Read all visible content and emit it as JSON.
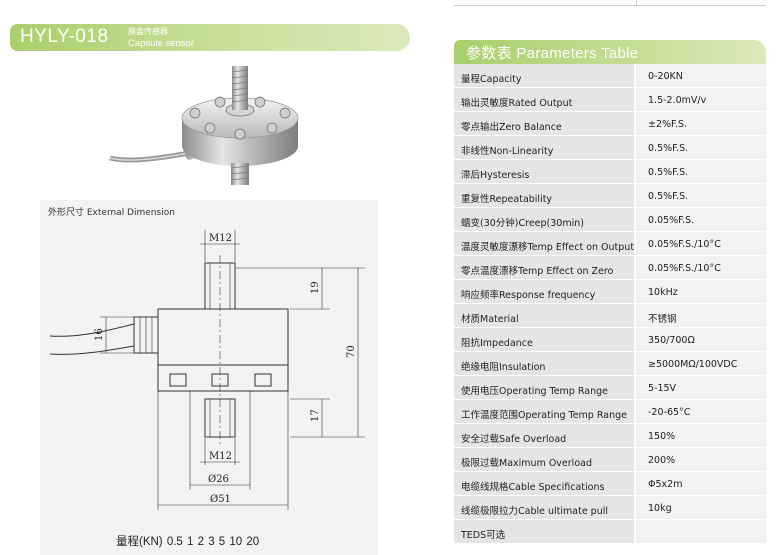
{
  "header": {
    "model": "HYLY-018",
    "name_cn": "膜盒传感器",
    "name_en": "Capsule sensor"
  },
  "drawing": {
    "title": "外形尺寸 External Dimension",
    "labels": {
      "m12_top": "M12",
      "d19": "19",
      "d70": "70",
      "d16": "16",
      "d17": "17",
      "m12_bottom": "M12",
      "d26": "Ø26",
      "d51": "Ø51"
    },
    "range": "量程(KN) 0.5 1 2 3 5 10 20"
  },
  "table": {
    "title": "参数表 Parameters Table",
    "rows": [
      {
        "k": "量程Capacity",
        "v": "0-20KN"
      },
      {
        "k": "输出灵敏度Rated Output",
        "v": "1.5-2.0mV/v"
      },
      {
        "k": "零点输出Zero Balance",
        "v": "±2%F.S."
      },
      {
        "k": "非线性Non-Linearity",
        "v": "0.5%F.S."
      },
      {
        "k": "滞后Hysteresis",
        "v": "0.5%F.S."
      },
      {
        "k": "重复性Repeatability",
        "v": "0.5%F.S."
      },
      {
        "k": "蠕变(30分钟)Creep(30min)",
        "v": "0.05%F.S."
      },
      {
        "k": "温度灵敏度漂移Temp Effect on Output",
        "v": "0.05%F.S./10°C"
      },
      {
        "k": "零点温度漂移Temp Effect on Zero",
        "v": "0.05%F.S./10°C"
      },
      {
        "k": "响应频率Response frequency",
        "v": "10kHz"
      },
      {
        "k": "材质Material",
        "v": "不锈钢"
      },
      {
        "k": "阻抗Impedance",
        "v": "350/700Ω"
      },
      {
        "k": "绝缘电阻Insulation",
        "v": "≥5000MΩ/100VDC"
      },
      {
        "k": "使用电压Operating Temp Range",
        "v": "5-15V"
      },
      {
        "k": "工作温度范围Operating Temp Range",
        "v": "-20-65°C"
      },
      {
        "k": "安全过载Safe Overload",
        "v": "150%"
      },
      {
        "k": "极限过载Maximum Overload",
        "v": "200%"
      },
      {
        "k": "电缆线规格Cable Specifications",
        "v": "Φ5x2m"
      },
      {
        "k": "线缆极限拉力Cable ultimate pull",
        "v": "10kg"
      },
      {
        "k": "TEDS可选",
        "v": ""
      }
    ]
  }
}
